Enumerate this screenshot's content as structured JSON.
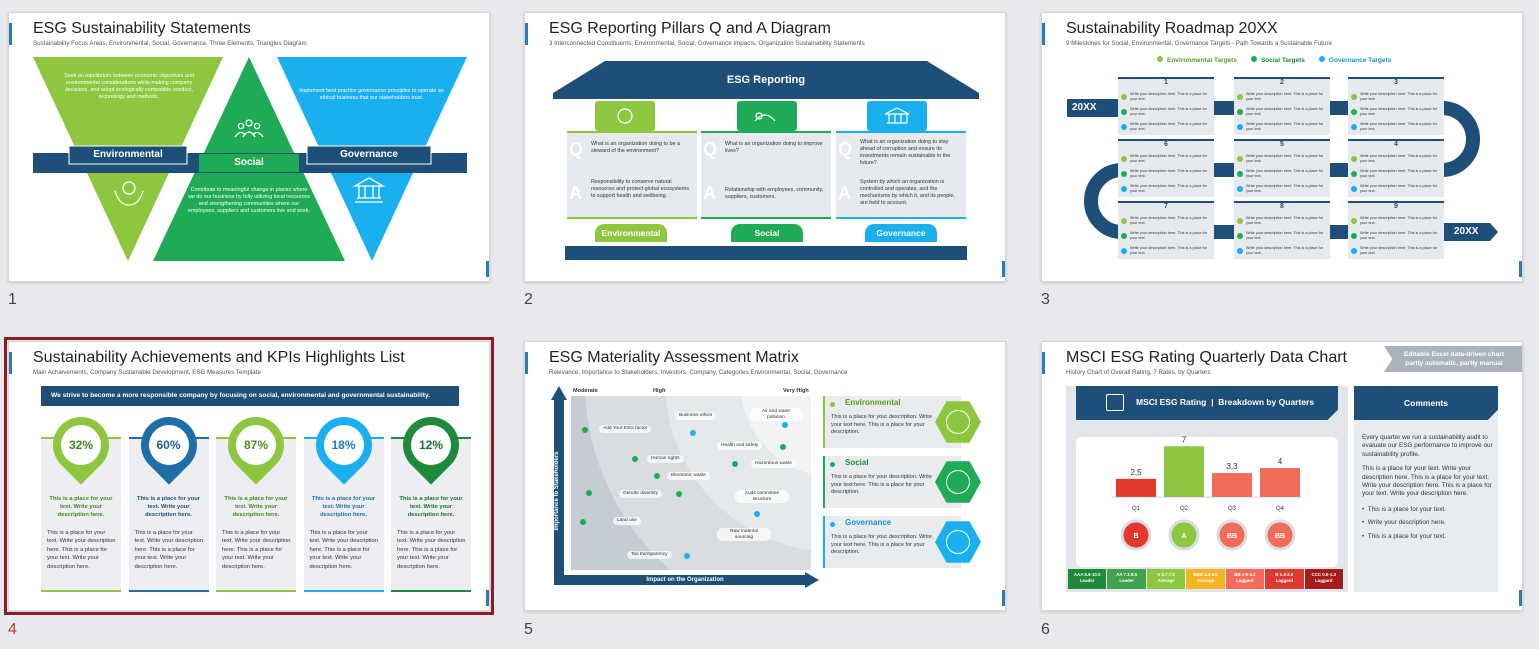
{
  "slides": [
    {
      "number": "1",
      "title": "ESG Sustainability Statements",
      "subtitle": "Sustainability Focus Areas, Environmental, Social, Governance, Three Elements, Triangles Diagram",
      "env_label": "Environmental",
      "soc_label": "Social",
      "gov_label": "Governance",
      "env_text": "Seek an equilibrium between economic objectives and environmental considerations while making company decisions, and adopt ecologically compatible conduct, technology and methods.",
      "gov_text": "Implement best practice governance principles to operate an ethical business that our stakeholders trust.",
      "soc_text": "Contribute to meaningful change in places where we do our business by fully utilizing local resources and strengthening communities where our employees, suppliers and customers live and work."
    },
    {
      "number": "2",
      "title": "ESG Reporting Pillars Q and A Diagram",
      "subtitle": "3 Interconnected Constituents, Environmental, Social, Governance Impacts, Organization Sustainability Statements",
      "roof": "ESG Reporting",
      "q_letter": "Q",
      "a_letter": "A",
      "pillars": [
        {
          "label": "Environmental",
          "q": "What is an organization doing to be a steward of the environment?",
          "a": "Responsibility to conserve natural resources and protect global ecosystems to support health and wellbeing."
        },
        {
          "label": "Social",
          "q": "What is an organization doing to improve lives?",
          "a": "Relationship with employees, community, suppliers, customers."
        },
        {
          "label": "Governance",
          "q": "What is an organization doing to stay ahead of corruption and ensure its investments remain sustainable in the future?",
          "a": "System by which an organization is controlled and operates, and the mechanisms by which it, and its people, are held to account."
        }
      ]
    },
    {
      "number": "3",
      "title": "Sustainability Roadmap 20XX",
      "subtitle": "9 Milestones for Social, Environmental, Governance Targets - Path Towards a Sustainable Future",
      "legend": [
        "Environmental Targets",
        "Social Targets",
        "Governance Targets"
      ],
      "start": "20XX",
      "end": "20XX",
      "item_text": "Write your description here. This is a place for your text.",
      "milestones": [
        "1",
        "2",
        "3",
        "6",
        "5",
        "4",
        "7",
        "8",
        "9"
      ]
    },
    {
      "number": "4",
      "title": "Sustainability Achievements and KPIs Highlights List",
      "subtitle": "Main Achievements, Company Sustainable Development, ESG Measures Template",
      "banner": "We strive to become a more responsible company by focusing on social, environmental and governmental sustainability.",
      "kpis": [
        {
          "value": "32%",
          "head": "This is a place for your text. Write your description here.",
          "body": "This is a place for your text. Write your description here. This is a place for your text. Write your description here."
        },
        {
          "value": "60%",
          "head": "This is a place for your text. Write your description here.",
          "body": "This is a place for your text. Write your description here. This is a place for your text. Write your description here."
        },
        {
          "value": "87%",
          "head": "This is a place for your text. Write your description here.",
          "body": "This is a place for your text. Write your description here. This is a place for your text. Write your description here."
        },
        {
          "value": "18%",
          "head": "This is a place for your text. Write your description here.",
          "body": "This is a place for your text. Write your description here. This is a place for your text. Write your description here."
        },
        {
          "value": "12%",
          "head": "This is a place for your text. Write your description here.",
          "body": "This is a place for your text. Write your description here. This is a place for your text. Write your description here."
        }
      ]
    },
    {
      "number": "5",
      "title": "ESG Materiality Assessment Matrix",
      "subtitle": "Relevance, Importance  to Stakeholders, Investors, Company, Categories Environmental, Social, Governance",
      "top_labels": [
        "Moderate",
        "High",
        "Very High"
      ],
      "y_axis": "Importance to Stakeholders",
      "x_axis": "Impact on the Organization",
      "points": [
        "Business ethics",
        "Air and water pollution",
        "Add Your ESG factor",
        "Health and safety",
        "Human rights",
        "Hazardous waste",
        "Electronic waste",
        "Gender diversity",
        "Audit committee structure",
        "Land use",
        "Raw material sourcing",
        "Tax transparency"
      ],
      "categories": [
        {
          "label": "Environmental",
          "text": "This is a place for your description. Write your text here. This is a place for your description."
        },
        {
          "label": "Social",
          "text": "This is a place for your description. Write your text here. This is a place for your description."
        },
        {
          "label": "Governance",
          "text": "This is a place for your description. Write your text here. This is a place for your description."
        }
      ]
    },
    {
      "number": "6",
      "title": "MSCI ESG Rating Quarterly Data Chart",
      "subtitle": "History Chart of Overall Rating, 7 Rates, by Quarters",
      "ribbon": [
        "Editable Excel data-driven chart",
        "partly automatic, partly manual"
      ],
      "panel_title": "MSCI ESG Rating  |  Breakdown by Quarters",
      "comments_title": "Comments",
      "comments_intro": "Every quarter we run a sustainability audit to evaluate our ESG performance to improve our sustainability profile.",
      "comments_body": "This is a place for your text. Write your description here. This is a place for your text. Write your description here. This is a place for your text. Write your description here.",
      "bullets": [
        "This is a place for your text.",
        "Write your description here.",
        "This is a place for your text."
      ],
      "ratings": [
        "B",
        "A",
        "BB",
        "BB"
      ],
      "scale": [
        {
          "code": "AAA 8.6-10.0",
          "tier": "Leader",
          "color": "#1e8a3a"
        },
        {
          "code": "AA 7.1-8.5",
          "tier": "Leader",
          "color": "#3fa34d"
        },
        {
          "code": "A 5.7-7.0",
          "tier": "Average",
          "color": "#8dc63f"
        },
        {
          "code": "BBB 4.3-5.6",
          "tier": "Average",
          "color": "#f4b321"
        },
        {
          "code": "BB 2.9-4.2",
          "tier": "Laggard",
          "color": "#f26b5b"
        },
        {
          "code": "B 1.4-2.8",
          "tier": "Laggard",
          "color": "#e03a2f"
        },
        {
          "code": "CCC 0.0-1.3",
          "tier": "Laggard",
          "color": "#a61c1c"
        }
      ]
    }
  ],
  "chart_data": {
    "type": "bar",
    "categories": [
      "Q1",
      "Q2",
      "Q3",
      "Q4"
    ],
    "values": [
      2.5,
      7,
      3.3,
      4
    ],
    "value_labels": [
      "2,5",
      "7",
      "3,3",
      "4"
    ],
    "colors": [
      "#e03a2f",
      "#8dc63f",
      "#f26b5b",
      "#f26b5b"
    ],
    "ylim": [
      0,
      8
    ]
  },
  "colors": {
    "green": "#8dc63f",
    "dkgreen": "#1faa55",
    "blue": "#1ab0ef",
    "navy": "#1e4f79",
    "selected": "#8b1d24"
  }
}
